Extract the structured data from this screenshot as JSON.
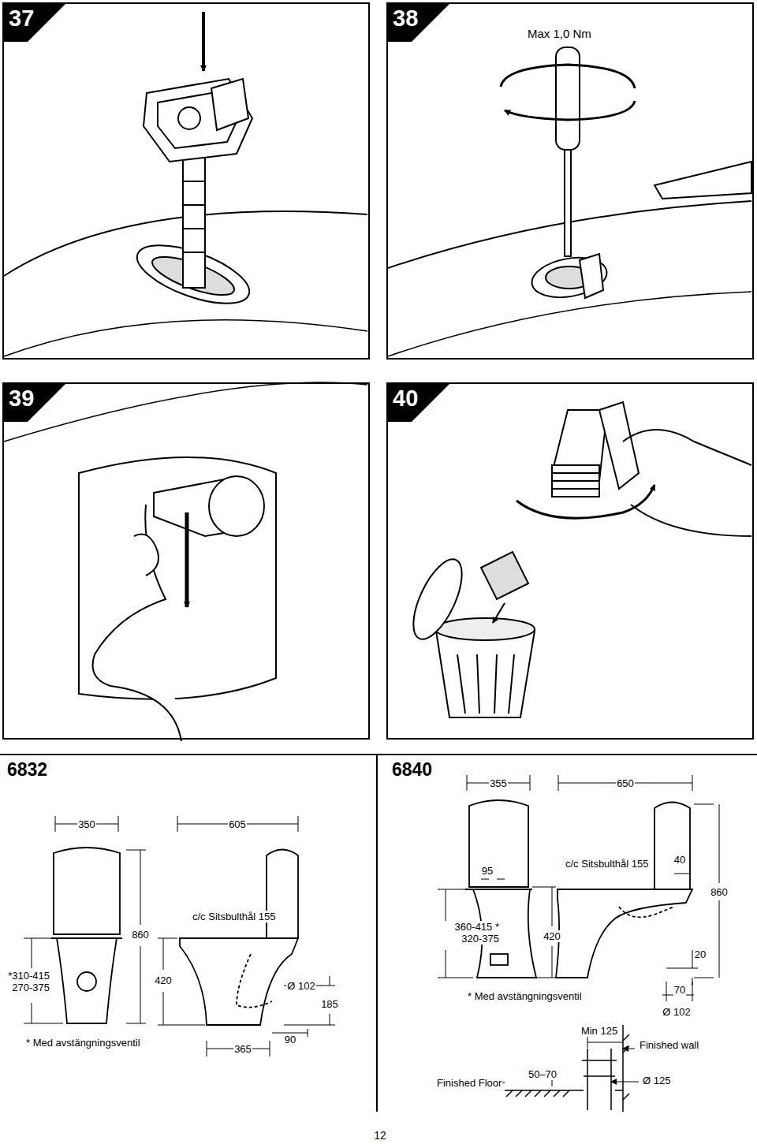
{
  "diagram": {
    "nodes": [
      {
        "text": [
          "37"
        ]
      },
      {
        "text": [
          "38"
        ]
      },
      {
        "text": [
          "39"
        ]
      },
      {
        "text": [
          "40"
        ]
      }
    ],
    "labels": [
      "Max 1,0 Nm",
      "6832",
      "6840",
      "350",
      "605",
      "860",
      "c/c Sitsbulthål 155",
      "*310-415 270-375",
      "420",
      "Ø 102",
      "185",
      "90",
      "365",
      "* Med avstängningsventil",
      "355",
      "650",
      "95",
      "c/c Sitsbulthål 155",
      "40",
      "860",
      "360-415 * 320-375",
      "420",
      "20",
      "* Med avstängningsventil",
      "70",
      "Ø 102",
      "Min 125",
      "Finished wall",
      "50–70",
      "Ø 125",
      "Finished Floor",
      "12"
    ]
  }
}
